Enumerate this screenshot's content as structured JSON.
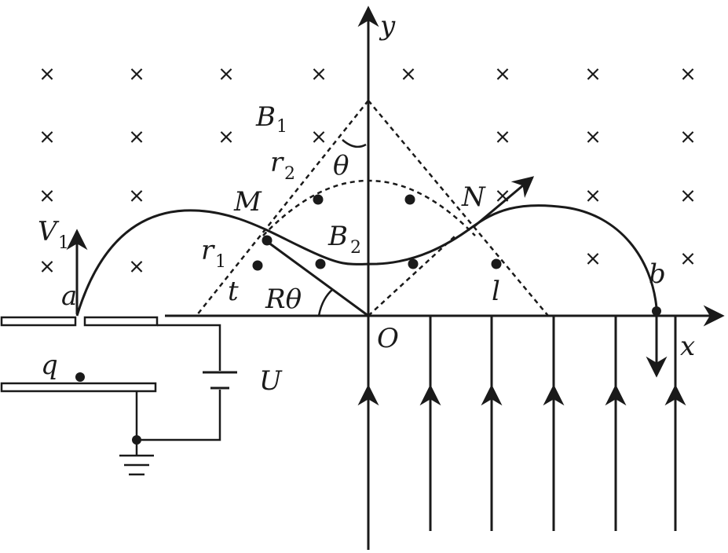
{
  "labels": {
    "y_axis": "y",
    "x_axis": "x",
    "origin": "O",
    "B1": "B",
    "B1_sub": "1",
    "B2": "B",
    "B2_sub": "2",
    "r2": "r",
    "r2_sub": "2",
    "r1": "r",
    "r1_sub": "1",
    "theta_top": "θ",
    "M": "M",
    "N": "N",
    "V1": "V",
    "V1_sub": "1",
    "a": "a",
    "b": "b",
    "t": "t",
    "R_theta": "Rθ",
    "l": "l",
    "q": "q",
    "U": "U"
  },
  "field_symbols": {
    "outer_region": "×",
    "inner_region": "•"
  },
  "colors": {
    "ink": "#1a1a1a",
    "background": "#ffffff"
  }
}
